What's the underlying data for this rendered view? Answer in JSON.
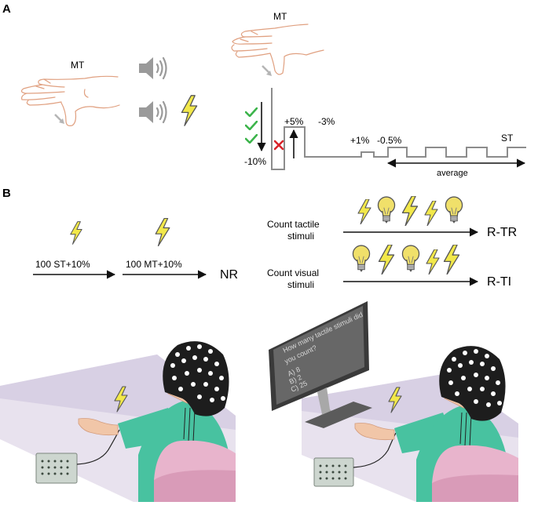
{
  "panel_a": {
    "label": "A",
    "mt_left": "MT",
    "mt_top": "MT",
    "staircase": {
      "start": "-10%",
      "step_up": "+5%",
      "step_down": "-3%",
      "step_small_up": "+1%",
      "step_small_down": "-0.5%",
      "end": "ST",
      "average": "average"
    }
  },
  "panel_b": {
    "label": "B",
    "seq1": "100 ST+10%",
    "seq2": "100 MT+10%",
    "nr": "NR",
    "count_tactile_line1": "Count tactile",
    "count_tactile_line2": "stimuli",
    "count_visual_line1": "Count visual",
    "count_visual_line2": "stimuli",
    "rtr": "R-TR",
    "rti": "R-TI",
    "monitor": {
      "question_line1": "How many tactile stimuli did",
      "question_line2": "you count?",
      "option_a": "A)  8",
      "option_b": "B)  2",
      "option_c": "C)  25"
    }
  },
  "colors": {
    "bolt": "#f2e84a",
    "bulb": "#f0e06a",
    "check": "#3cb44b",
    "cross": "#d9232a",
    "staircase_line": "#8c8c8c",
    "skin_outline": "#e0a080",
    "speaker": "#9a9a9a",
    "shirt": "#48c2a0",
    "chair": "#e8b4cc",
    "table": "#d8d0e4"
  },
  "icons": [
    "speaker-icon",
    "lightning-bolt-icon",
    "light-bulb-icon",
    "check-icon",
    "cross-icon"
  ]
}
